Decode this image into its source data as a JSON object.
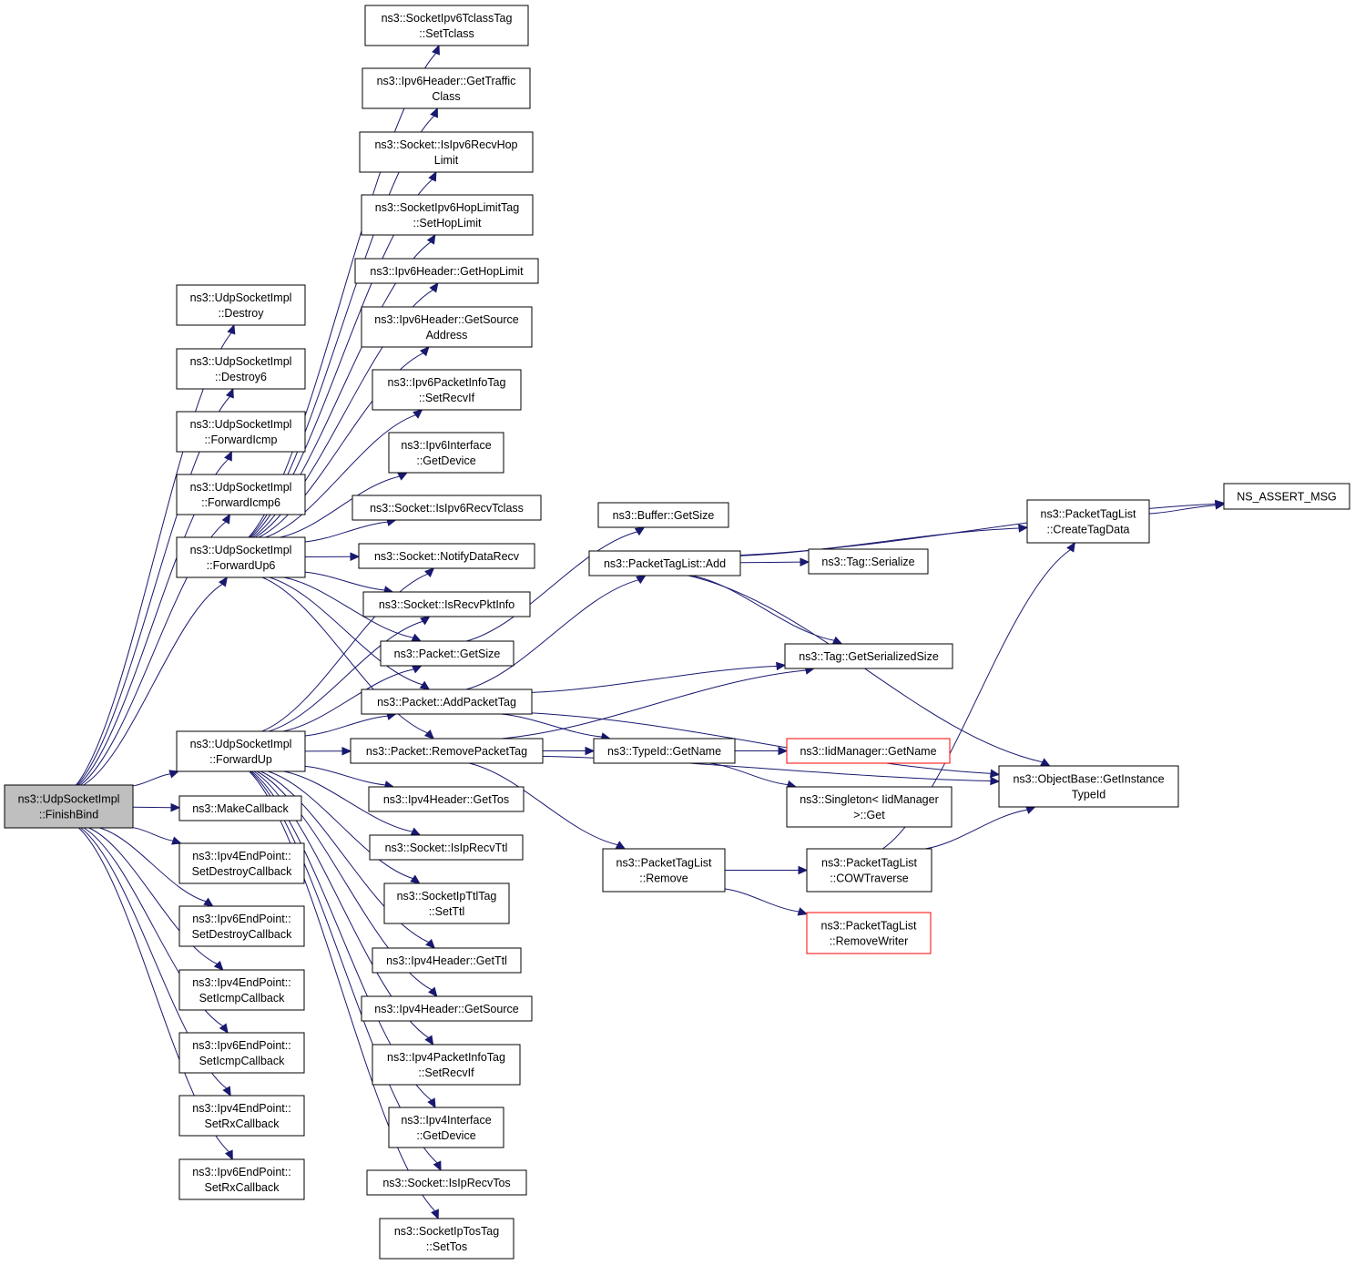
{
  "colors": {
    "edge": "#191970",
    "root_fill": "#bfbfbf",
    "missing_border": "#ff0000"
  },
  "nodes": [
    {
      "id": "finishbind",
      "lines": [
        "ns3::UdpSocketImpl",
        "::FinishBind"
      ],
      "root": true
    },
    {
      "id": "destroy",
      "lines": [
        "ns3::UdpSocketImpl",
        "::Destroy"
      ]
    },
    {
      "id": "destroy6",
      "lines": [
        "ns3::UdpSocketImpl",
        "::Destroy6"
      ]
    },
    {
      "id": "fwdicmp",
      "lines": [
        "ns3::UdpSocketImpl",
        "::ForwardIcmp"
      ]
    },
    {
      "id": "fwdicmp6",
      "lines": [
        "ns3::UdpSocketImpl",
        "::ForwardIcmp6"
      ]
    },
    {
      "id": "fwdup6",
      "lines": [
        "ns3::UdpSocketImpl",
        "::ForwardUp6"
      ]
    },
    {
      "id": "fwdup",
      "lines": [
        "ns3::UdpSocketImpl",
        "::ForwardUp"
      ]
    },
    {
      "id": "makecb",
      "lines": [
        "ns3::MakeCallback"
      ]
    },
    {
      "id": "v4destroy",
      "lines": [
        "ns3::Ipv4EndPoint::",
        "SetDestroyCallback"
      ]
    },
    {
      "id": "v6destroy",
      "lines": [
        "ns3::Ipv6EndPoint::",
        "SetDestroyCallback"
      ]
    },
    {
      "id": "v4icmp",
      "lines": [
        "ns3::Ipv4EndPoint::",
        "SetIcmpCallback"
      ]
    },
    {
      "id": "v6icmp",
      "lines": [
        "ns3::Ipv6EndPoint::",
        "SetIcmpCallback"
      ]
    },
    {
      "id": "v4rx",
      "lines": [
        "ns3::Ipv4EndPoint::",
        "SetRxCallback"
      ]
    },
    {
      "id": "v6rx",
      "lines": [
        "ns3::Ipv6EndPoint::",
        "SetRxCallback"
      ]
    },
    {
      "id": "settclass",
      "lines": [
        "ns3::SocketIpv6TclassTag",
        "::SetTclass"
      ]
    },
    {
      "id": "gettclass",
      "lines": [
        "ns3::Ipv6Header::GetTraffic",
        "Class"
      ]
    },
    {
      "id": "isv6hop",
      "lines": [
        "ns3::Socket::IsIpv6RecvHop",
        "Limit"
      ]
    },
    {
      "id": "sethoplimit",
      "lines": [
        "ns3::SocketIpv6HopLimitTag",
        "::SetHopLimit"
      ]
    },
    {
      "id": "gethoplimit",
      "lines": [
        "ns3::Ipv6Header::GetHopLimit"
      ]
    },
    {
      "id": "v6getsrc",
      "lines": [
        "ns3::Ipv6Header::GetSource",
        "Address"
      ]
    },
    {
      "id": "v6setrecvif",
      "lines": [
        "ns3::Ipv6PacketInfoTag",
        "::SetRecvIf"
      ]
    },
    {
      "id": "v6getdev",
      "lines": [
        "ns3::Ipv6Interface",
        "::GetDevice"
      ]
    },
    {
      "id": "isv6tclass",
      "lines": [
        "ns3::Socket::IsIpv6RecvTclass"
      ]
    },
    {
      "id": "notify",
      "lines": [
        "ns3::Socket::NotifyDataRecv"
      ]
    },
    {
      "id": "isrecvpkt",
      "lines": [
        "ns3::Socket::IsRecvPktInfo"
      ]
    },
    {
      "id": "pktsize",
      "lines": [
        "ns3::Packet::GetSize"
      ]
    },
    {
      "id": "addtag",
      "lines": [
        "ns3::Packet::AddPacketTag"
      ]
    },
    {
      "id": "removetag",
      "lines": [
        "ns3::Packet::RemovePacketTag"
      ]
    },
    {
      "id": "gettos",
      "lines": [
        "ns3::Ipv4Header::GetTos"
      ]
    },
    {
      "id": "isipttl",
      "lines": [
        "ns3::Socket::IsIpRecvTtl"
      ]
    },
    {
      "id": "setttl",
      "lines": [
        "ns3::SocketIpTtlTag",
        "::SetTtl"
      ]
    },
    {
      "id": "getttl",
      "lines": [
        "ns3::Ipv4Header::GetTtl"
      ]
    },
    {
      "id": "v4getsrc",
      "lines": [
        "ns3::Ipv4Header::GetSource"
      ]
    },
    {
      "id": "v4setrecvif",
      "lines": [
        "ns3::Ipv4PacketInfoTag",
        "::SetRecvIf"
      ]
    },
    {
      "id": "v4getdev",
      "lines": [
        "ns3::Ipv4Interface",
        "::GetDevice"
      ]
    },
    {
      "id": "isiptos",
      "lines": [
        "ns3::Socket::IsIpRecvTos"
      ]
    },
    {
      "id": "settos",
      "lines": [
        "ns3::SocketIpTosTag",
        "::SetTos"
      ]
    },
    {
      "id": "bufsize",
      "lines": [
        "ns3::Buffer::GetSize"
      ]
    },
    {
      "id": "ptladd",
      "lines": [
        "ns3::PacketTagList::Add"
      ]
    },
    {
      "id": "typename",
      "lines": [
        "ns3::TypeId::GetName"
      ]
    },
    {
      "id": "ptlremove",
      "lines": [
        "ns3::PacketTagList",
        "::Remove"
      ]
    },
    {
      "id": "serialize",
      "lines": [
        "ns3::Tag::Serialize"
      ]
    },
    {
      "id": "serialsize",
      "lines": [
        "ns3::Tag::GetSerializedSize"
      ]
    },
    {
      "id": "iidname",
      "lines": [
        "ns3::IidManager::GetName"
      ],
      "missing": true
    },
    {
      "id": "singleton",
      "lines": [
        "ns3::Singleton< IidManager",
        ">::Get"
      ]
    },
    {
      "id": "cowtraverse",
      "lines": [
        "ns3::PacketTagList",
        "::COWTraverse"
      ]
    },
    {
      "id": "removewriter",
      "lines": [
        "ns3::PacketTagList",
        "::RemoveWriter"
      ],
      "missing": true
    },
    {
      "id": "createtagdata",
      "lines": [
        "ns3::PacketTagList",
        "::CreateTagData"
      ]
    },
    {
      "id": "objinstance",
      "lines": [
        "ns3::ObjectBase::GetInstance",
        "TypeId"
      ]
    },
    {
      "id": "assertmsg",
      "lines": [
        "NS_ASSERT_MSG"
      ]
    }
  ],
  "edges": [
    [
      "finishbind",
      "destroy"
    ],
    [
      "finishbind",
      "destroy6"
    ],
    [
      "finishbind",
      "fwdicmp"
    ],
    [
      "finishbind",
      "fwdicmp6"
    ],
    [
      "finishbind",
      "fwdup6"
    ],
    [
      "finishbind",
      "fwdup"
    ],
    [
      "finishbind",
      "makecb"
    ],
    [
      "finishbind",
      "v4destroy"
    ],
    [
      "finishbind",
      "v6destroy"
    ],
    [
      "finishbind",
      "v4icmp"
    ],
    [
      "finishbind",
      "v6icmp"
    ],
    [
      "finishbind",
      "v4rx"
    ],
    [
      "finishbind",
      "v6rx"
    ],
    [
      "fwdup6",
      "settclass"
    ],
    [
      "fwdup6",
      "gettclass"
    ],
    [
      "fwdup6",
      "isv6hop"
    ],
    [
      "fwdup6",
      "sethoplimit"
    ],
    [
      "fwdup6",
      "gethoplimit"
    ],
    [
      "fwdup6",
      "v6getsrc"
    ],
    [
      "fwdup6",
      "v6setrecvif"
    ],
    [
      "fwdup6",
      "v6getdev"
    ],
    [
      "fwdup6",
      "isv6tclass"
    ],
    [
      "fwdup6",
      "notify"
    ],
    [
      "fwdup6",
      "isrecvpkt"
    ],
    [
      "fwdup6",
      "pktsize"
    ],
    [
      "fwdup6",
      "addtag"
    ],
    [
      "fwdup6",
      "removetag"
    ],
    [
      "fwdup",
      "notify"
    ],
    [
      "fwdup",
      "isrecvpkt"
    ],
    [
      "fwdup",
      "pktsize"
    ],
    [
      "fwdup",
      "addtag"
    ],
    [
      "fwdup",
      "removetag"
    ],
    [
      "fwdup",
      "gettos"
    ],
    [
      "fwdup",
      "isipttl"
    ],
    [
      "fwdup",
      "setttl"
    ],
    [
      "fwdup",
      "getttl"
    ],
    [
      "fwdup",
      "v4getsrc"
    ],
    [
      "fwdup",
      "v4setrecvif"
    ],
    [
      "fwdup",
      "v4getdev"
    ],
    [
      "fwdup",
      "isiptos"
    ],
    [
      "fwdup",
      "settos"
    ],
    [
      "pktsize",
      "bufsize"
    ],
    [
      "addtag",
      "ptladd"
    ],
    [
      "addtag",
      "serialsize"
    ],
    [
      "addtag",
      "typename"
    ],
    [
      "addtag",
      "objinstance"
    ],
    [
      "removetag",
      "serialsize"
    ],
    [
      "removetag",
      "typename"
    ],
    [
      "removetag",
      "ptlremove"
    ],
    [
      "removetag",
      "objinstance"
    ],
    [
      "ptladd",
      "assertmsg"
    ],
    [
      "ptladd",
      "createtagdata"
    ],
    [
      "ptladd",
      "serialize"
    ],
    [
      "ptladd",
      "serialsize"
    ],
    [
      "ptladd",
      "objinstance"
    ],
    [
      "typename",
      "iidname"
    ],
    [
      "typename",
      "singleton"
    ],
    [
      "ptlremove",
      "cowtraverse"
    ],
    [
      "ptlremove",
      "removewriter"
    ],
    [
      "cowtraverse",
      "createtagdata"
    ],
    [
      "cowtraverse",
      "objinstance"
    ],
    [
      "createtagdata",
      "assertmsg"
    ]
  ]
}
